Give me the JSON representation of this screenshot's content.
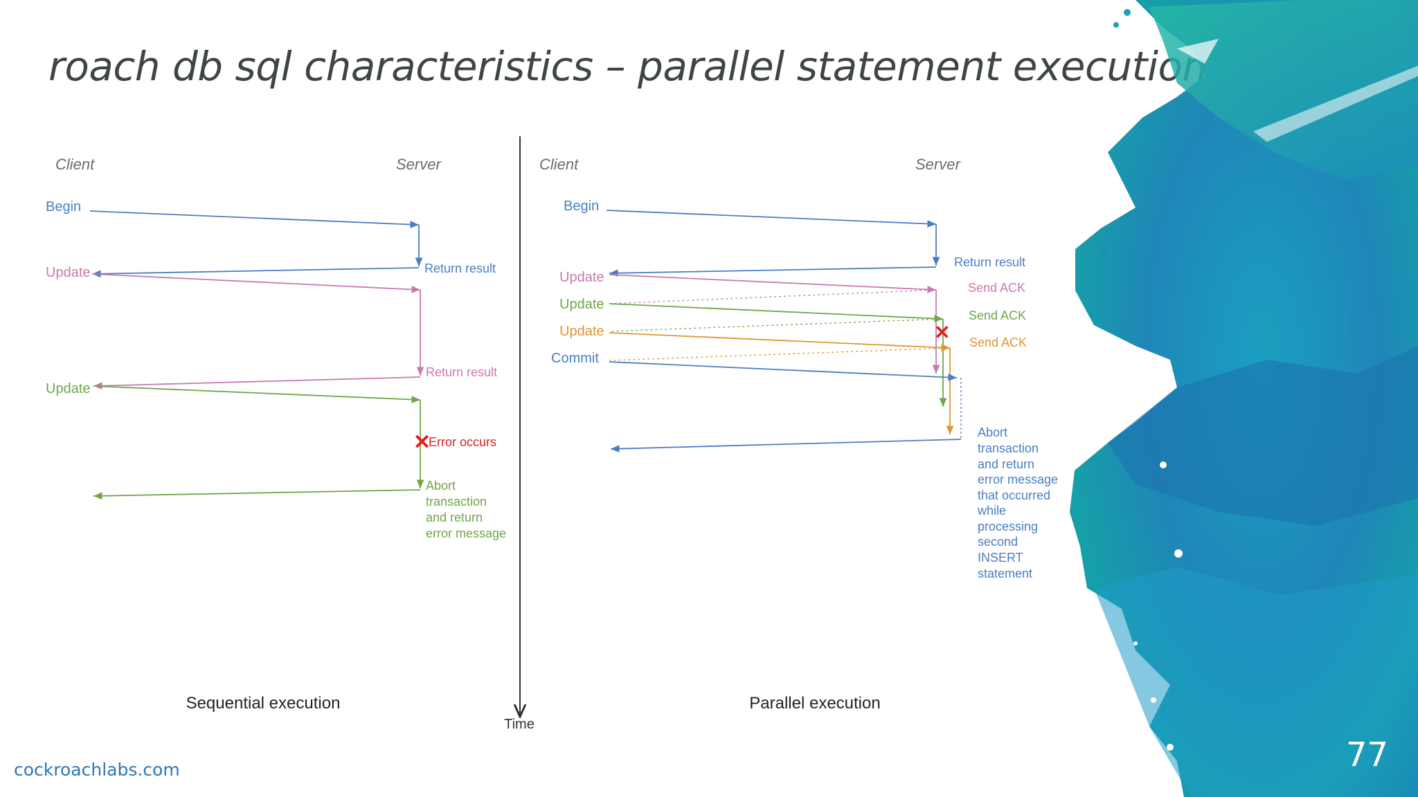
{
  "slide": {
    "title": "roach db sql characteristics – parallel statement execution",
    "footer": "cockroachlabs.com",
    "page_number": "77"
  },
  "colors": {
    "blue": "#4a7ec4",
    "pink": "#c77ab0",
    "green": "#6fa648",
    "orange": "#e0952f",
    "red": "#e02020",
    "watercolor_teal": "#1aa3b5",
    "watercolor_blue": "#1a6fa8"
  },
  "sequential": {
    "client_label": "Client",
    "server_label": "Server",
    "begin": "Begin",
    "update_1": "Update",
    "update_2": "Update",
    "return_result_1": "Return result",
    "return_result_2": "Return result",
    "error": "Error occurs",
    "abort_lines": [
      "Abort",
      "transaction",
      "and return",
      "error message"
    ],
    "caption": "Sequential execution"
  },
  "time_label": "Time",
  "parallel": {
    "client_label": "Client",
    "server_label": "Server",
    "begin": "Begin",
    "update_1": "Update",
    "update_2": "Update",
    "update_3": "Update",
    "commit": "Commit",
    "return_result": "Return result",
    "ack_1": "Send ACK",
    "ack_2": "Send ACK",
    "ack_3": "Send ACK",
    "abort_lines": [
      "Abort",
      "transaction",
      "and return",
      "error message",
      "that occurred",
      "while",
      "processing",
      "second",
      "INSERT",
      "statement"
    ],
    "caption": "Parallel execution"
  }
}
